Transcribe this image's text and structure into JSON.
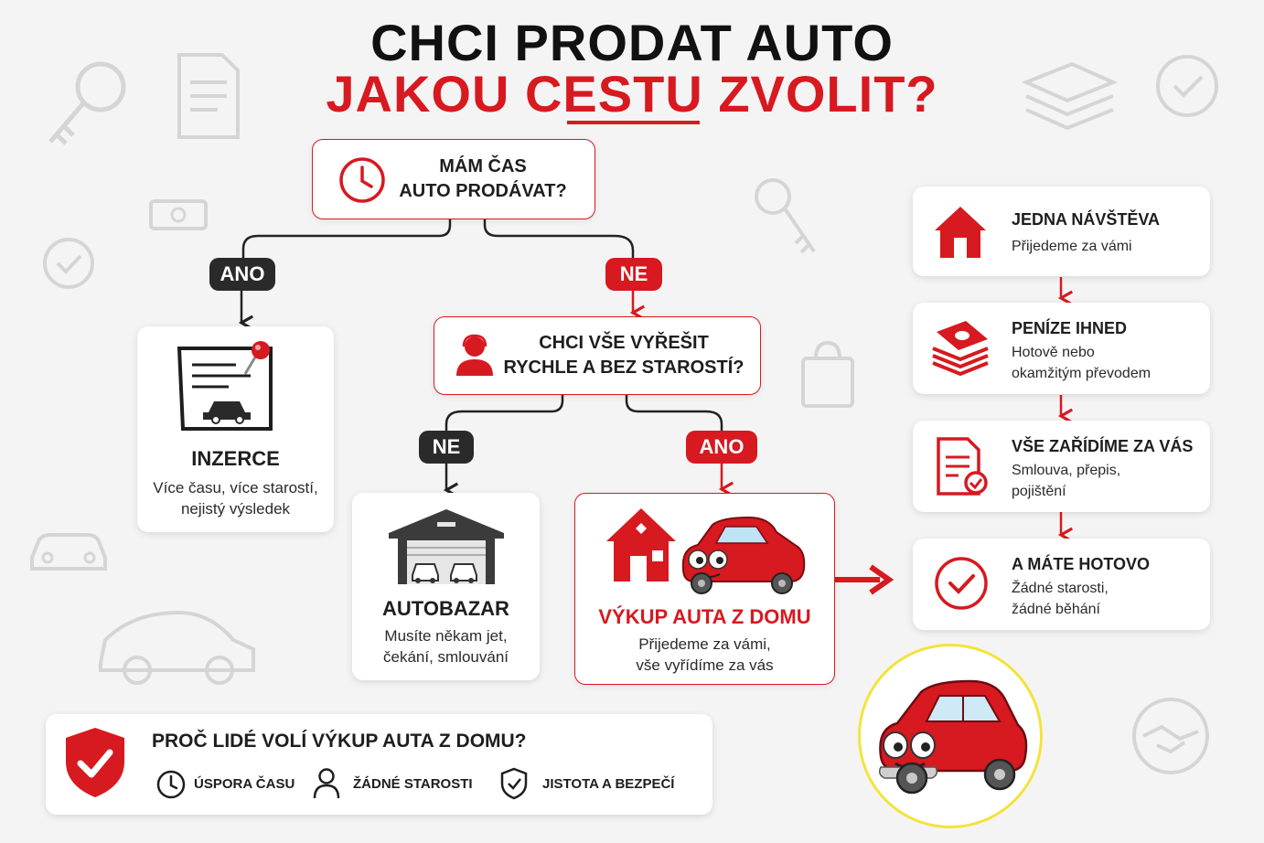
{
  "header": {
    "title_line1": "CHCI PRODAT AUTO",
    "title_line2": "JAKOU CESTU ZVOLIT?"
  },
  "question1": {
    "icon": "clock-icon",
    "text_line1": "MÁM ČAS",
    "text_line2": "AUTO PRODÁVAT?"
  },
  "branch1": {
    "yes_label": "ANO",
    "no_label": "NE"
  },
  "inzerce": {
    "icon": "ad-board-icon",
    "title": "INZERCE",
    "desc_line1": "Více času, více starostí,",
    "desc_line2": "nejistý výsledek"
  },
  "question2": {
    "icon": "person-icon",
    "text_line1": "CHCI VŠE VYŘEŠIT",
    "text_line2": "RYCHLE A BEZ STAROSTÍ?"
  },
  "branch2": {
    "no_label": "NE",
    "yes_label": "ANO"
  },
  "autobazar": {
    "icon": "garage-icon",
    "title": "AUTOBAZAR",
    "desc_line1": "Musíte někam jet,",
    "desc_line2": "čekání, smlouvání"
  },
  "vykup": {
    "icon": "house-and-car-icon",
    "title": "VÝKUP AUTA Z DOMU",
    "desc_line1": "Přijedeme za vámi,",
    "desc_line2": "vše vyřídíme za vás"
  },
  "steps": [
    {
      "icon": "house-icon",
      "title": "JEDNA NÁVŠTĚVA",
      "desc_line1": "Přijedeme za vámi",
      "desc_line2": ""
    },
    {
      "icon": "money-stack-icon",
      "title": "PENÍZE IHNED",
      "desc_line1": "Hotově nebo",
      "desc_line2": "okamžitým převodem"
    },
    {
      "icon": "document-check-icon",
      "title": "VŠE ZAŘÍDÍME ZA VÁS",
      "desc_line1": "Smlouva, přepis,",
      "desc_line2": "pojištění"
    },
    {
      "icon": "check-circle-icon",
      "title": "A MÁTE HOTOVO",
      "desc_line1": "Žádné starosti,",
      "desc_line2": "žádné běhání"
    }
  ],
  "why": {
    "icon": "shield-check-icon",
    "title": "PROČ LIDÉ VOLÍ VÝKUP AUTA Z DOMU?",
    "benefits": [
      {
        "icon": "clock-icon",
        "label": "ÚSPORA ČASU"
      },
      {
        "icon": "person-icon",
        "label": "ŽÁDNÉ STAROSTI"
      },
      {
        "icon": "shield-check-icon",
        "label": "JISTOTA A BEZPEČÍ"
      }
    ]
  },
  "mascot": {
    "icon": "cartoon-red-car-icon"
  },
  "colors": {
    "accent": "#d71920",
    "dark": "#2a2a2a",
    "mascot_ring": "#f3e33b",
    "background": "#f4f4f4"
  }
}
